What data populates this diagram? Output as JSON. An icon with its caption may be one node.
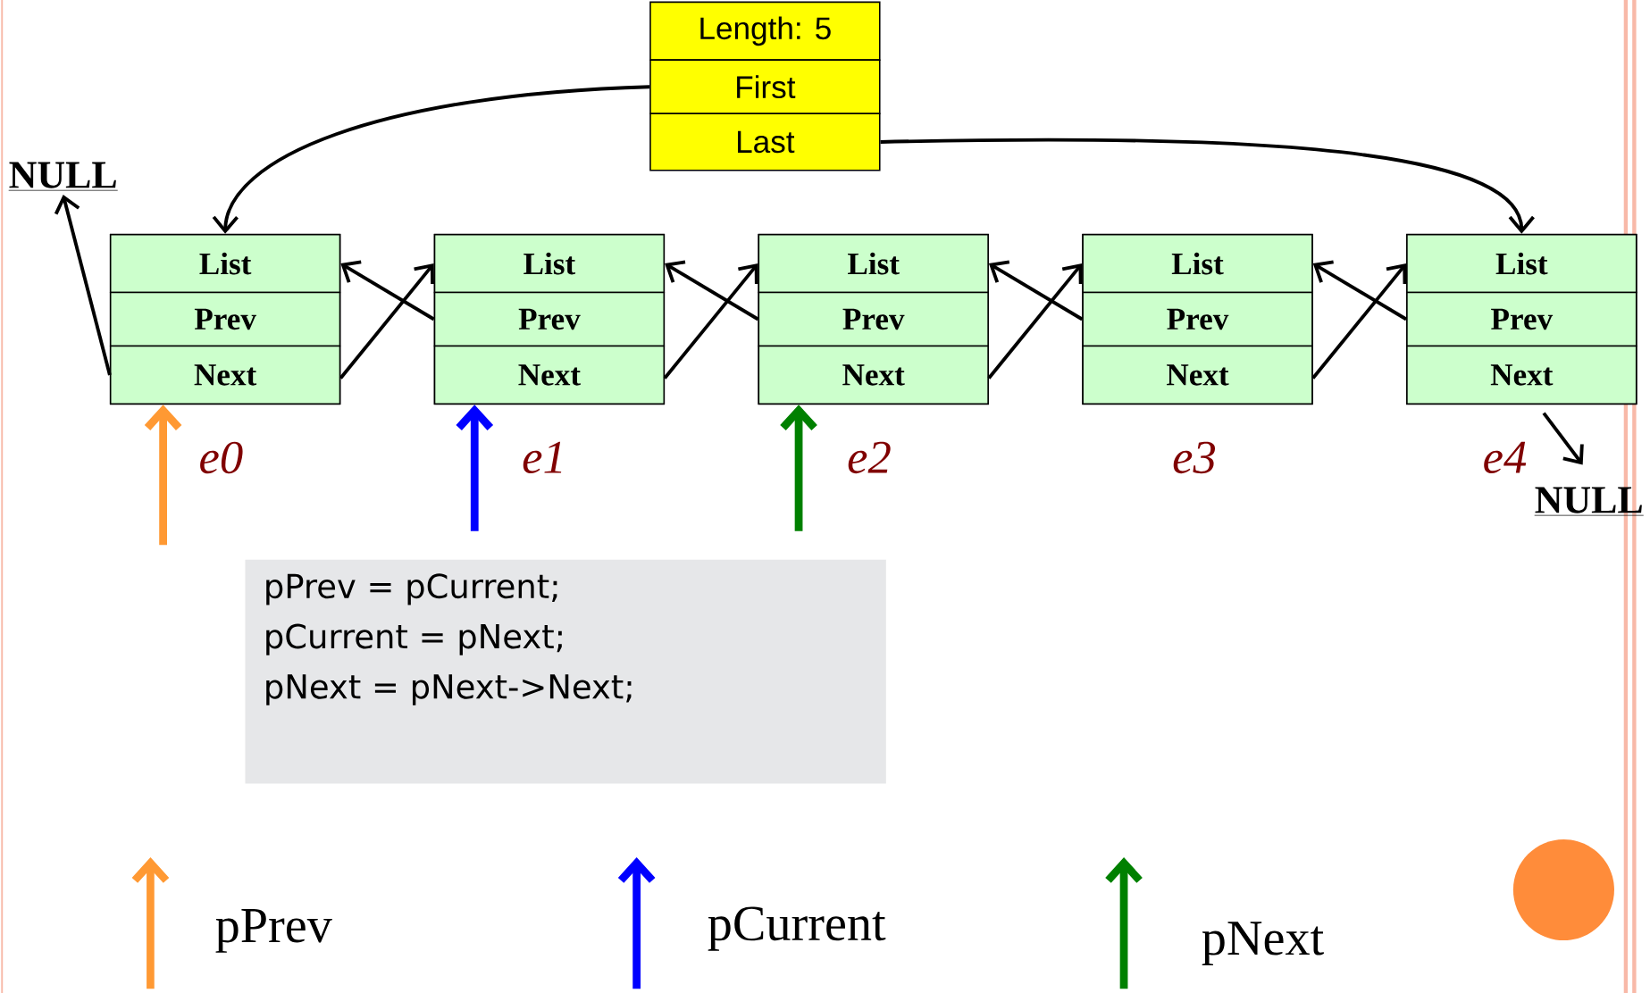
{
  "diagram": {
    "nodes": [
      {
        "text": [
          "Length: 5"
        ]
      },
      {
        "text": [
          "First"
        ]
      },
      {
        "text": [
          "Last"
        ]
      },
      {
        "text": [],
        "shape": "box",
        "beside": [
          "e0"
        ]
      },
      {
        "text": [
          "List"
        ],
        "in": 3
      },
      {
        "text": [
          "Prev"
        ],
        "in": 3
      },
      {
        "text": [
          "Next"
        ],
        "in": 3
      },
      {
        "text": [],
        "shape": "box",
        "beside": [
          "e1"
        ]
      },
      {
        "text": [
          "List"
        ],
        "in": 7
      },
      {
        "text": [
          "Prev"
        ],
        "in": 7
      },
      {
        "text": [
          "Next"
        ],
        "in": 7
      },
      {
        "text": [],
        "shape": "box",
        "beside": [
          "e2"
        ]
      },
      {
        "text": [
          "List"
        ],
        "in": 11
      },
      {
        "text": [
          "Prev"
        ],
        "in": 11
      },
      {
        "text": [
          "Next"
        ],
        "in": 11
      },
      {
        "text": [],
        "shape": "box",
        "beside": [
          "e3"
        ]
      },
      {
        "text": [
          "List"
        ],
        "in": 15
      },
      {
        "text": [
          "Prev"
        ],
        "in": 15
      },
      {
        "text": [
          "Next"
        ],
        "in": 15
      },
      {
        "text": [],
        "shape": "box",
        "beside": [
          "e4"
        ]
      },
      {
        "text": [
          "List"
        ],
        "in": 19
      },
      {
        "text": [
          "Prev"
        ],
        "in": 19
      },
      {
        "text": [
          "Next"
        ],
        "in": 19
      },
      {
        "text": [
          "NULL"
        ]
      },
      {
        "text": [
          "NULL"
        ]
      },
      {
        "text": [
          "pPrev = pCurrent;",
          "pCurrent = pNext;",
          "pNext = pNext->Next;"
        ]
      }
    ],
    "edges": [
      {
        "from": 1,
        "to": 4,
        "arrow": "to"
      },
      {
        "from": 2,
        "to": 20,
        "arrow": "to"
      },
      {
        "from": 6,
        "to": 23,
        "arrow": "to"
      },
      {
        "from": 6,
        "to": 8,
        "arrow": "to"
      },
      {
        "from": 9,
        "to": 4,
        "arrow": "to"
      },
      {
        "from": 10,
        "to": 12,
        "arrow": "to"
      },
      {
        "from": 13,
        "to": 8,
        "arrow": "to"
      },
      {
        "from": 14,
        "to": 16,
        "arrow": "to"
      },
      {
        "from": 17,
        "to": 12,
        "arrow": "to"
      },
      {
        "from": 18,
        "to": 20,
        "arrow": "to"
      },
      {
        "from": 21,
        "to": 16,
        "arrow": "to"
      },
      {
        "from": 22,
        "to": 24,
        "arrow": "to"
      },
      {
        "from": null,
        "to": 3,
        "arrow": "to",
        "style": "thick",
        "color": "#ff9933"
      },
      {
        "from": null,
        "to": 7,
        "arrow": "to",
        "style": "thick",
        "color": "#0000ff"
      },
      {
        "from": null,
        "to": 11,
        "arrow": "to",
        "style": "thick",
        "color": "#008000"
      }
    ],
    "legend": [
      {
        "text": "pPrev"
      },
      {
        "text": "pCurrent"
      },
      {
        "text": "pNext"
      }
    ]
  }
}
